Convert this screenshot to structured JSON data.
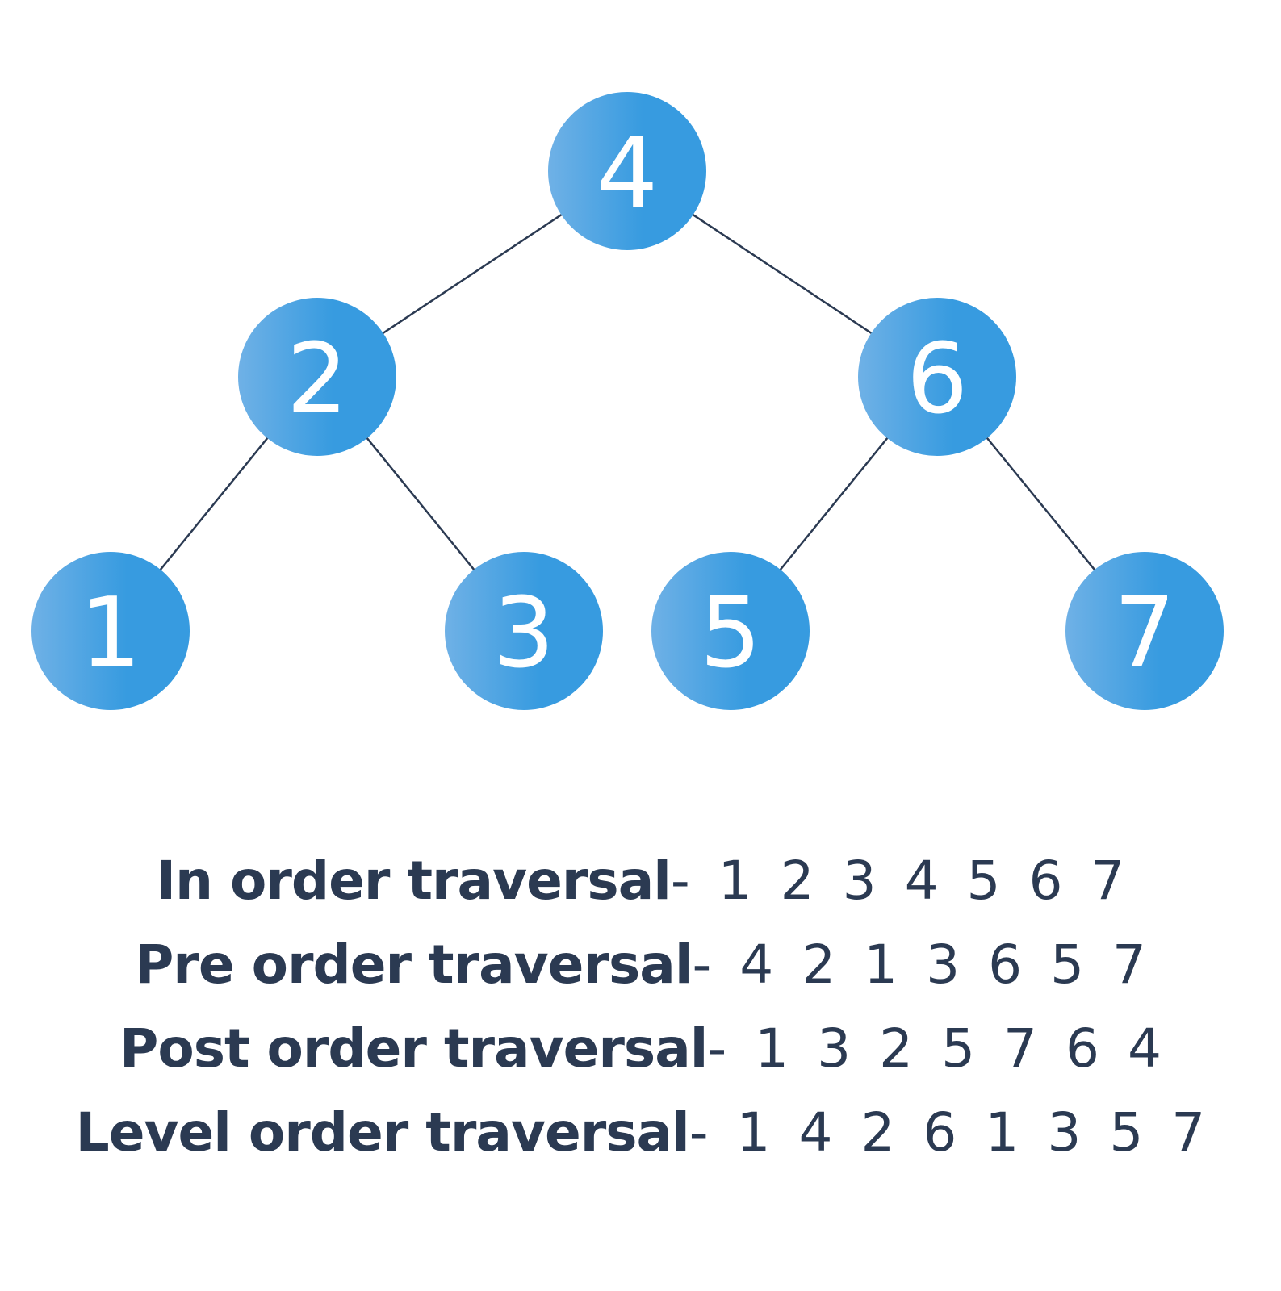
{
  "colors": {
    "node_gradient_start": "#6fb1e6",
    "node_gradient_end": "#379be0",
    "edge": "#2b3a52",
    "text": "#2b3a52",
    "node_text": "#ffffff"
  },
  "tree": {
    "nodes": [
      {
        "id": "n4",
        "label": "4"
      },
      {
        "id": "n2",
        "label": "2"
      },
      {
        "id": "n6",
        "label": "6"
      },
      {
        "id": "n1",
        "label": "1"
      },
      {
        "id": "n3",
        "label": "3"
      },
      {
        "id": "n5",
        "label": "5"
      },
      {
        "id": "n7",
        "label": "7"
      }
    ],
    "edges": [
      {
        "from": "n4",
        "to": "n2"
      },
      {
        "from": "n4",
        "to": "n6"
      },
      {
        "from": "n2",
        "to": "n1"
      },
      {
        "from": "n2",
        "to": "n3"
      },
      {
        "from": "n6",
        "to": "n5"
      },
      {
        "from": "n6",
        "to": "n7"
      }
    ]
  },
  "traversals": [
    {
      "label": "In order traversal",
      "sequence": "- 1 2 3 4 5 6 7"
    },
    {
      "label": "Pre order traversal",
      "sequence": "- 4 2 1 3 6 5 7"
    },
    {
      "label": "Post order traversal",
      "sequence": "- 1 3 2 5 7 6 4"
    },
    {
      "label": "Level order traversal",
      "sequence": "- 1 4 2 6 1 3 5 7"
    }
  ]
}
